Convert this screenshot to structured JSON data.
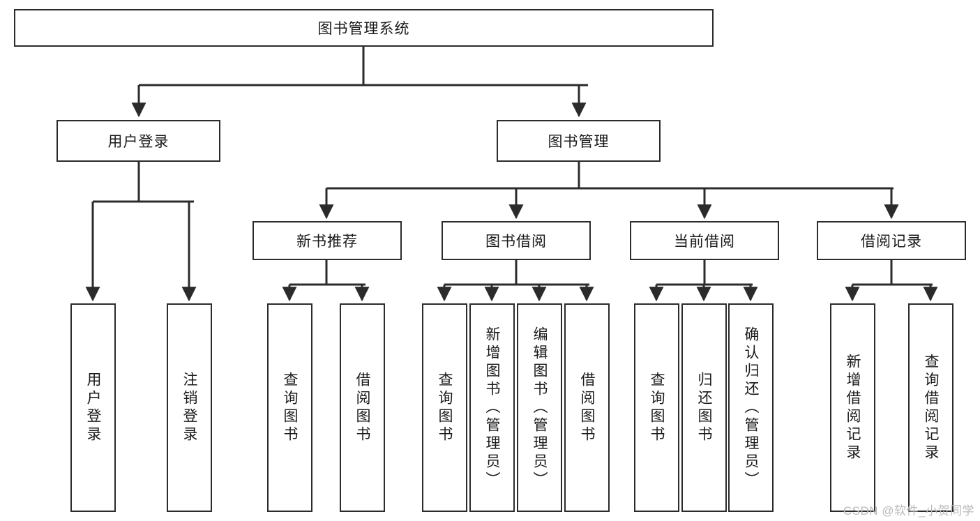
{
  "diagram": {
    "title": "图书管理系统",
    "type": "hierarchy-tree",
    "root": {
      "label": "图书管理系统",
      "name": "node-root-system"
    },
    "level2": [
      {
        "label": "用户登录",
        "name": "node-user-login"
      },
      {
        "label": "图书管理",
        "name": "node-book-management"
      }
    ],
    "level3": [
      {
        "label": "新书推荐",
        "name": "node-new-book-recommend"
      },
      {
        "label": "图书借阅",
        "name": "node-book-borrow"
      },
      {
        "label": "当前借阅",
        "name": "node-current-borrow"
      },
      {
        "label": "借阅记录",
        "name": "node-borrow-record"
      }
    ],
    "leaves": {
      "user_login": [
        {
          "label": "用户登录",
          "name": "leaf-user-login"
        },
        {
          "label": "注销登录",
          "name": "leaf-logout"
        }
      ],
      "new_book_recommend": [
        {
          "label": "查询图书",
          "name": "leaf-query-book-1"
        },
        {
          "label": "借阅图书",
          "name": "leaf-borrow-book-1"
        }
      ],
      "book_borrow": [
        {
          "label": "查询图书",
          "name": "leaf-query-book-2"
        },
        {
          "label": "新增图书（管理员）",
          "name": "leaf-add-book-admin"
        },
        {
          "label": "编辑图书（管理员）",
          "name": "leaf-edit-book-admin"
        },
        {
          "label": "借阅图书",
          "name": "leaf-borrow-book-2"
        }
      ],
      "current_borrow": [
        {
          "label": "查询图书",
          "name": "leaf-query-book-3"
        },
        {
          "label": "归还图书",
          "name": "leaf-return-book"
        },
        {
          "label": "确认归还（管理员）",
          "name": "leaf-confirm-return-admin"
        }
      ],
      "borrow_record": [
        {
          "label": "新增借阅记录",
          "name": "leaf-add-borrow-record"
        },
        {
          "label": "查询借阅记录",
          "name": "leaf-query-borrow-record"
        }
      ]
    }
  },
  "watermark": {
    "text": "CSDN @软件_小贺同学"
  },
  "colors": {
    "border": "#2b2b2b",
    "background": "#ffffff",
    "text": "#1a1a1a",
    "watermark": "#b9b9b9"
  }
}
